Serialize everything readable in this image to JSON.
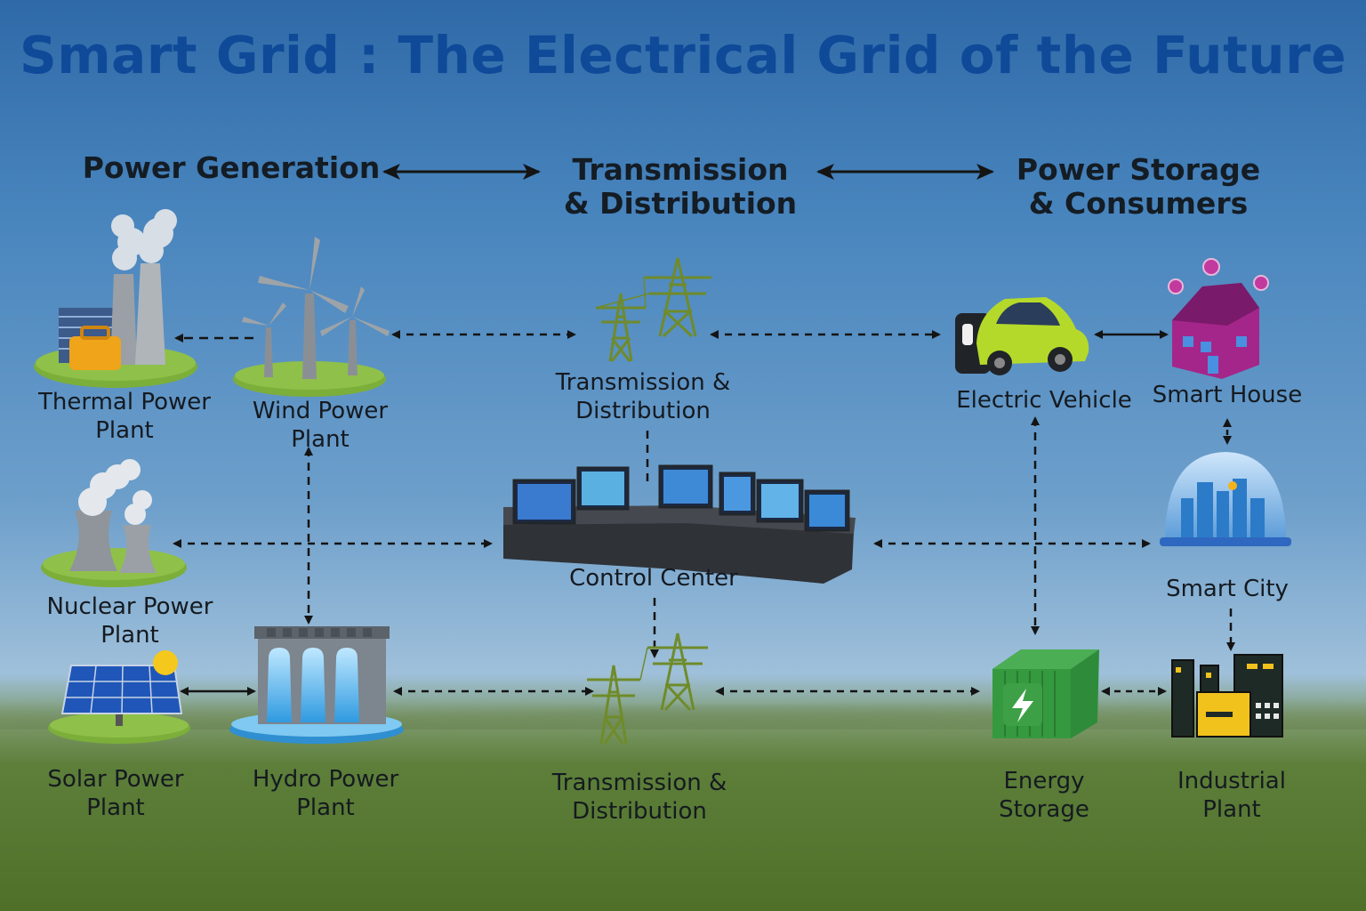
{
  "title": "Smart Grid : The Electrical Grid of the Future",
  "headers": {
    "generation": "Power Generation",
    "transmission": [
      "Transmission",
      "& Distribution"
    ],
    "storage": [
      "Power Storage",
      "& Consumers"
    ]
  },
  "nodes": {
    "thermal": [
      "Thermal Power",
      "Plant"
    ],
    "wind": [
      "Wind Power",
      "Plant"
    ],
    "nuclear": [
      "Nuclear Power",
      "Plant"
    ],
    "solar": [
      "Solar Power",
      "Plant"
    ],
    "hydro": [
      "Hydro Power",
      "Plant"
    ],
    "transmission_top": [
      "Transmission &",
      "Distribution"
    ],
    "control_center": "Control Center",
    "transmission_bottom": [
      "Transmission  &",
      "Distribution"
    ],
    "electric_vehicle": "Electric Vehicle",
    "smart_house": "Smart House",
    "smart_city": "Smart City",
    "energy_storage": [
      "Energy",
      "Storage"
    ],
    "industrial": [
      "Industrial",
      "Plant"
    ]
  },
  "colors": {
    "title": "#0f4a99",
    "tower": "#6f8b2a",
    "ev": "#b5d92a",
    "house": "#a4268a",
    "storage": "#2e8b3a",
    "industrial_accent": "#f2c21c"
  }
}
